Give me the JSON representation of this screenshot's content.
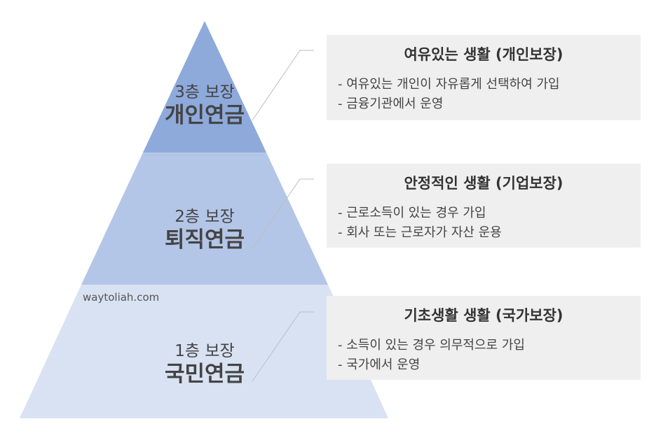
{
  "watermark": "waytoliah.com",
  "colors": {
    "tier3": "#8eaadb",
    "tier2": "#b4c6e7",
    "tier1": "#d9e2f3",
    "panel": "#efefef",
    "connector": "#bdbdbd"
  },
  "tiers": [
    {
      "level": "3층 보장",
      "name": "개인연금",
      "panel": {
        "title": "여유있는 생활 (개인보장)",
        "lines": [
          "- 여유있는 개인이 자유롭게 선택하여 가입",
          "- 금융기관에서 운영"
        ]
      }
    },
    {
      "level": "2층 보장",
      "name": "퇴직연금",
      "panel": {
        "title": "안정적인 생활 (기업보장)",
        "lines": [
          "- 근로소득이 있는 경우 가입",
          "- 회사 또는 근로자가 자산 운용"
        ]
      }
    },
    {
      "level": "1층 보장",
      "name": "국민연금",
      "panel": {
        "title": "기초생활 생활 (국가보장)",
        "lines": [
          "- 소득이 있는 경우 의무적으로 가입",
          "- 국가에서 운영"
        ]
      }
    }
  ]
}
